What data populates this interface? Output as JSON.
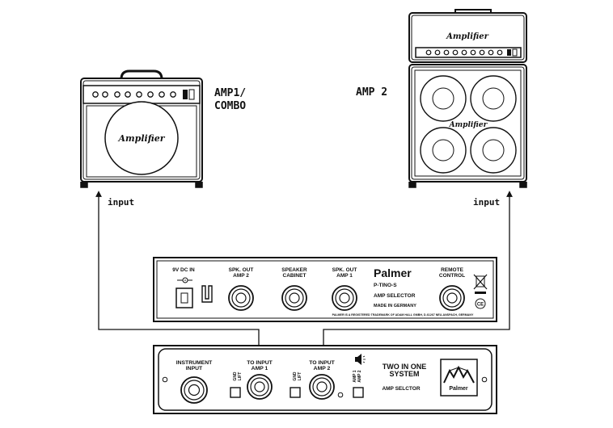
{
  "labels": {
    "amp1_line1": "AMP1/",
    "amp1_line2": "COMBO",
    "amp2": "AMP 2",
    "input_left": "input",
    "input_right": "input",
    "combo_brand": "Amplifier",
    "head_brand": "Amplifier",
    "cab_brand": "Amplifier"
  },
  "rear_panel": {
    "dc_in": "9V DC IN",
    "spk_out_amp2_line1": "SPK. OUT",
    "spk_out_amp2_line2": "AMP 2",
    "speaker_cabinet_line1": "SPEAKER",
    "speaker_cabinet_line2": "CABINET",
    "spk_out_amp1_line1": "SPK. OUT",
    "spk_out_amp1_line2": "AMP 1",
    "brand": "Palmer",
    "model": "P-TINO-S",
    "product": "AMP SELECTOR",
    "made_in": "MADE IN GERMANY",
    "remote_line1": "REMOTE",
    "remote_line2": "CONTROL",
    "trademark": "PALMER IS A REGISTERED TRADEMARK OF ADAM HALL GMBH, D-61267 NEU-ANSPACH, GERMANY",
    "ce_mark": "CE"
  },
  "front_panel": {
    "instrument_line1": "INSTRUMENT",
    "instrument_line2": "INPUT",
    "to_amp1_line1": "TO INPUT",
    "to_amp1_line2": "AMP 1",
    "to_amp2_line1": "TO INPUT",
    "to_amp2_line2": "AMP 2",
    "ground_lift_1a": "GND",
    "ground_lift_1b": "LIFT",
    "ground_lift_2a": "GND",
    "ground_lift_2b": "LIFT",
    "amp_switch_a": "AMP 1",
    "amp_switch_b": "AMP 2",
    "title_line1": "TWO IN ONE",
    "title_line2": "SYSTEM",
    "subtitle": "AMP SELCTOR",
    "logo_text": "Palmer"
  }
}
